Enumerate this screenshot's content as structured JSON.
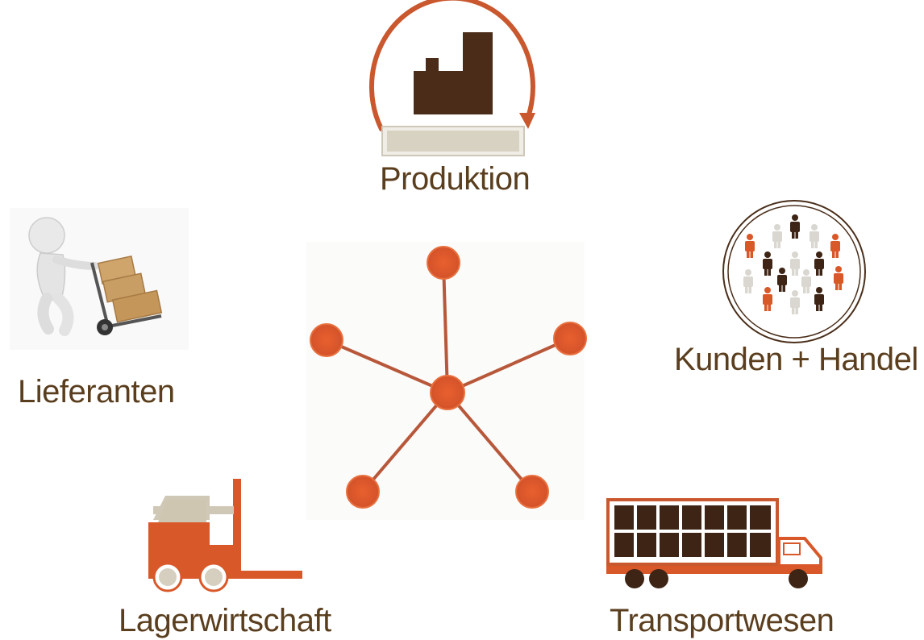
{
  "colors": {
    "accent": "#DA5A2B",
    "dark": "#4A2E1A",
    "beige": "#D4CCBC",
    "grey": "#D9D7D0",
    "text": "#5A3E1E"
  },
  "labels": {
    "produktion": "Produktion",
    "lieferanten": "Lieferanten",
    "kunden_handel": "Kunden + Handel",
    "lagerwirtschaft": "Lagerwirtschaft",
    "transportwesen": "Transportwesen"
  },
  "icons": {
    "produktion": "factory-cycle-icon",
    "lieferanten": "person-hand-truck-icon",
    "kunden_handel": "customer-crowd-icon",
    "lagerwirtschaft": "forklift-icon",
    "transportwesen": "truck-icon",
    "center": "network-hub-icon"
  }
}
